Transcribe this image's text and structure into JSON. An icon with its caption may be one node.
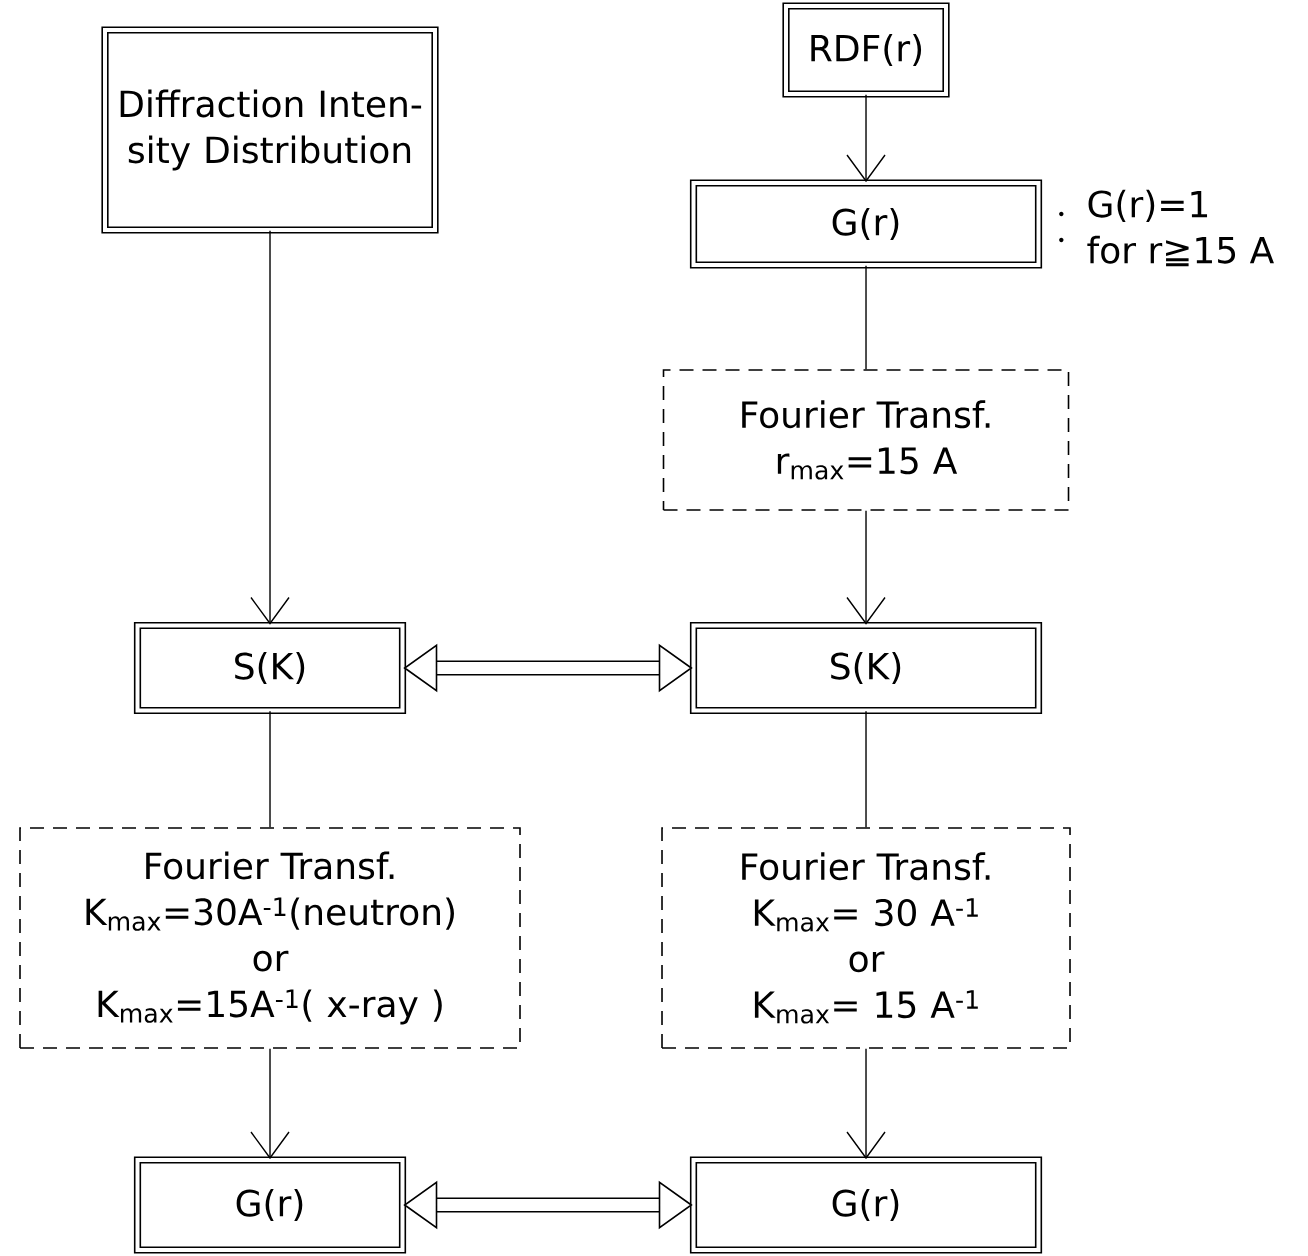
{
  "diagram": {
    "nodes": [
      {
        "text": [
          "Diffraction Inten- sity Distribution"
        ]
      },
      {
        "text": [
          "RDF(r)"
        ]
      },
      {
        "text": [
          "G(r)"
        ],
        "beside": [
          "G(r)=1",
          "for r≧15 A"
        ]
      },
      {
        "text": [
          "Fourier Transf.",
          "r$_{max}$=15 A"
        ]
      },
      {
        "text": [
          "S(K)"
        ]
      },
      {
        "text": [
          "S(K)"
        ]
      },
      {
        "text": [
          "Fourier Transf.",
          "K$_{max}$=30A$^{-1}$(neutron)",
          "or",
          "K$_{max}$=15A$^{-1}$( x-ray )"
        ]
      },
      {
        "text": [
          "Fourier Transf.",
          "K$_{max}$= 30 A$^{-1}$",
          "or",
          "K$_{max}$= 15 A$^{-1}$"
        ]
      },
      {
        "text": [
          "G(r)"
        ]
      },
      {
        "text": [
          "G(r)"
        ]
      }
    ],
    "edges": [
      {
        "from": 1,
        "to": 2,
        "arrow": "to"
      },
      {
        "from": 2,
        "to": 3,
        "arrow": "none"
      },
      {
        "from": 3,
        "to": 5,
        "arrow": "to"
      },
      {
        "from": 0,
        "to": 4,
        "arrow": "to"
      },
      {
        "from": 4,
        "to": 5,
        "arrow": "both",
        "style": "thick"
      },
      {
        "from": 4,
        "to": 6,
        "arrow": "none"
      },
      {
        "from": 6,
        "to": 8,
        "arrow": "to"
      },
      {
        "from": 5,
        "to": 7,
        "arrow": "none"
      },
      {
        "from": 7,
        "to": 9,
        "arrow": "to"
      },
      {
        "from": 8,
        "to": 9,
        "arrow": "both",
        "style": "thick"
      }
    ]
  }
}
